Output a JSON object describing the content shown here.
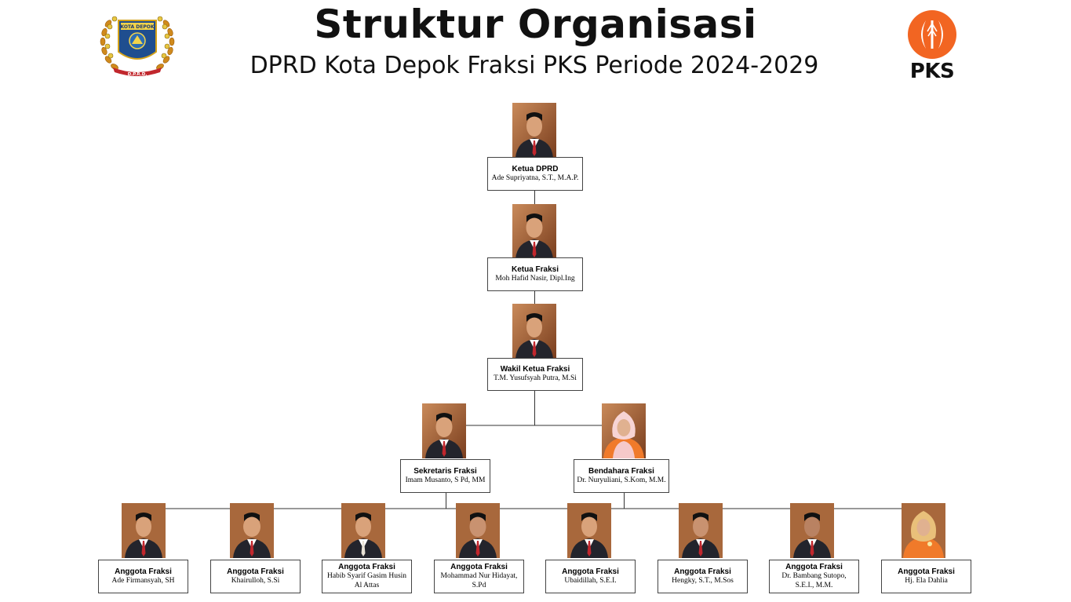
{
  "header": {
    "title": "Struktur Organisasi",
    "subtitle": "DPRD Kota Depok Fraksi PKS Periode 2024-2029",
    "left_logo": {
      "icon": "dprd-kota-depok-emblem",
      "text": "KOTA DEPOK",
      "bottom_text": "D.P.R.D."
    },
    "right_logo": {
      "icon": "pks-crescent-logo",
      "text": "PKS",
      "color": "#f26522"
    }
  },
  "org": {
    "ketua_dprd": {
      "role": "Ketua DPRD",
      "name": "Ade Supriyatna, S.T., M.A.P."
    },
    "ketua_fraksi": {
      "role": "Ketua Fraksi",
      "name": "Moh Hafid Nasir, Dipl.Ing"
    },
    "wakil_ketua": {
      "role": "Wakil Ketua Fraksi",
      "name": "T.M. Yusufsyah Putra, M.Si"
    },
    "sekretaris": {
      "role": "Sekretaris Fraksi",
      "name": "Imam Musanto, S Pd, MM"
    },
    "bendahara": {
      "role": "Bendahara Fraksi",
      "name": "Dr. Nuryuliani, S.Kom, M.M."
    },
    "anggota": [
      {
        "role": "Anggota Fraksi",
        "name": "Ade Firmansyah, SH"
      },
      {
        "role": "Anggota Fraksi",
        "name": "Khairulloh, S.Si"
      },
      {
        "role": "Anggota Fraksi",
        "name": "Habib Syarif Gasim Husin Al Attas"
      },
      {
        "role": "Anggota Fraksi",
        "name": "Mohammad Nur Hidayat, S.Pd"
      },
      {
        "role": "Anggota Fraksi",
        "name": "Ubaidillah, S.E.I."
      },
      {
        "role": "Anggota Fraksi",
        "name": "Hengky, S.T., M.Sos"
      },
      {
        "role": "Anggota Fraksi",
        "name": "Dr. Bambang Sutopo, S.E.I., M.M."
      },
      {
        "role": "Anggota Fraksi",
        "name": "Hj. Ela Dahlia"
      }
    ]
  }
}
